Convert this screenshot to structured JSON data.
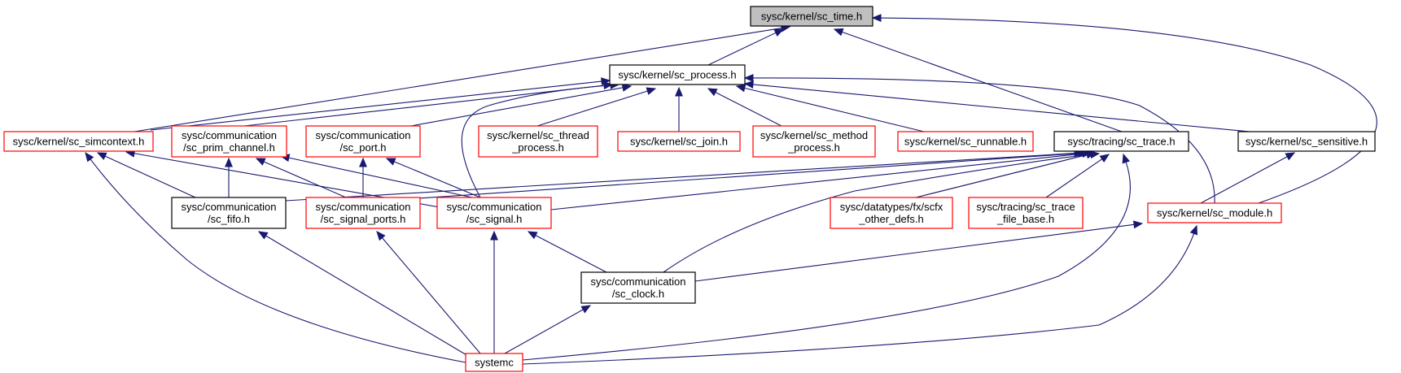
{
  "colors": {
    "edge": "#191970",
    "border_documented": "#000000",
    "border_undocumented": "#ff0000",
    "fill_root": "#bfbfbf",
    "fill_default": "#ffffff"
  },
  "nodes": [
    {
      "id": "sc_time",
      "lines": [
        "sysc/kernel/sc_time.h"
      ],
      "kind": "root"
    },
    {
      "id": "sc_process",
      "lines": [
        "sysc/kernel/sc_process.h"
      ],
      "kind": "black"
    },
    {
      "id": "sc_simcontext",
      "lines": [
        "sysc/kernel/sc_simcontext.h"
      ],
      "kind": "red"
    },
    {
      "id": "sc_prim_channel",
      "lines": [
        "sysc/communication",
        "/sc_prim_channel.h"
      ],
      "kind": "red"
    },
    {
      "id": "sc_port",
      "lines": [
        "sysc/communication",
        "/sc_port.h"
      ],
      "kind": "red"
    },
    {
      "id": "sc_thread_process",
      "lines": [
        "sysc/kernel/sc_thread",
        "_process.h"
      ],
      "kind": "red"
    },
    {
      "id": "sc_join",
      "lines": [
        "sysc/kernel/sc_join.h"
      ],
      "kind": "red"
    },
    {
      "id": "sc_method_process",
      "lines": [
        "sysc/kernel/sc_method",
        "_process.h"
      ],
      "kind": "red"
    },
    {
      "id": "sc_runnable",
      "lines": [
        "sysc/kernel/sc_runnable.h"
      ],
      "kind": "red"
    },
    {
      "id": "sc_trace",
      "lines": [
        "sysc/tracing/sc_trace.h"
      ],
      "kind": "black"
    },
    {
      "id": "sc_sensitive",
      "lines": [
        "sysc/kernel/sc_sensitive.h"
      ],
      "kind": "black"
    },
    {
      "id": "sc_fifo",
      "lines": [
        "sysc/communication",
        "/sc_fifo.h"
      ],
      "kind": "black"
    },
    {
      "id": "sc_signal_ports",
      "lines": [
        "sysc/communication",
        "/sc_signal_ports.h"
      ],
      "kind": "red"
    },
    {
      "id": "sc_signal",
      "lines": [
        "sysc/communication",
        "/sc_signal.h"
      ],
      "kind": "red"
    },
    {
      "id": "scfx_other_defs",
      "lines": [
        "sysc/datatypes/fx/scfx",
        "_other_defs.h"
      ],
      "kind": "red"
    },
    {
      "id": "sc_trace_file_base",
      "lines": [
        "sysc/tracing/sc_trace",
        "_file_base.h"
      ],
      "kind": "red"
    },
    {
      "id": "sc_module",
      "lines": [
        "sysc/kernel/sc_module.h"
      ],
      "kind": "red"
    },
    {
      "id": "sc_clock",
      "lines": [
        "sysc/communication",
        "/sc_clock.h"
      ],
      "kind": "black"
    },
    {
      "id": "systemc",
      "lines": [
        "systemc"
      ],
      "kind": "red"
    }
  ],
  "edges": [
    {
      "from": "sc_process",
      "to": "sc_time"
    },
    {
      "from": "sc_simcontext",
      "to": "sc_time"
    },
    {
      "from": "sc_trace",
      "to": "sc_time"
    },
    {
      "from": "sc_module",
      "to": "sc_time"
    },
    {
      "from": "sc_simcontext",
      "to": "sc_process"
    },
    {
      "from": "sc_prim_channel",
      "to": "sc_process"
    },
    {
      "from": "sc_port",
      "to": "sc_process"
    },
    {
      "from": "sc_thread_process",
      "to": "sc_process"
    },
    {
      "from": "sc_join",
      "to": "sc_process"
    },
    {
      "from": "sc_method_process",
      "to": "sc_process"
    },
    {
      "from": "sc_runnable",
      "to": "sc_process"
    },
    {
      "from": "sc_signal",
      "to": "sc_process"
    },
    {
      "from": "sc_module",
      "to": "sc_process"
    },
    {
      "from": "sc_sensitive",
      "to": "sc_process"
    },
    {
      "from": "sc_fifo",
      "to": "sc_simcontext"
    },
    {
      "from": "sc_signal",
      "to": "sc_simcontext"
    },
    {
      "from": "systemc",
      "to": "sc_simcontext"
    },
    {
      "from": "sc_fifo",
      "to": "sc_prim_channel"
    },
    {
      "from": "sc_signal_ports",
      "to": "sc_prim_channel"
    },
    {
      "from": "sc_signal",
      "to": "sc_prim_channel"
    },
    {
      "from": "sc_signal_ports",
      "to": "sc_port"
    },
    {
      "from": "sc_signal",
      "to": "sc_port"
    },
    {
      "from": "sc_fifo",
      "to": "sc_trace"
    },
    {
      "from": "sc_signal_ports",
      "to": "sc_trace"
    },
    {
      "from": "sc_signal",
      "to": "sc_trace"
    },
    {
      "from": "scfx_other_defs",
      "to": "sc_trace"
    },
    {
      "from": "sc_trace_file_base",
      "to": "sc_trace"
    },
    {
      "from": "sc_clock",
      "to": "sc_trace"
    },
    {
      "from": "systemc",
      "to": "sc_trace"
    },
    {
      "from": "sc_module",
      "to": "sc_sensitive"
    },
    {
      "from": "systemc",
      "to": "sc_fifo"
    },
    {
      "from": "systemc",
      "to": "sc_signal_ports"
    },
    {
      "from": "sc_clock",
      "to": "sc_signal"
    },
    {
      "from": "systemc",
      "to": "sc_signal"
    },
    {
      "from": "sc_clock",
      "to": "sc_module"
    },
    {
      "from": "systemc",
      "to": "sc_module"
    },
    {
      "from": "systemc",
      "to": "sc_clock"
    }
  ]
}
